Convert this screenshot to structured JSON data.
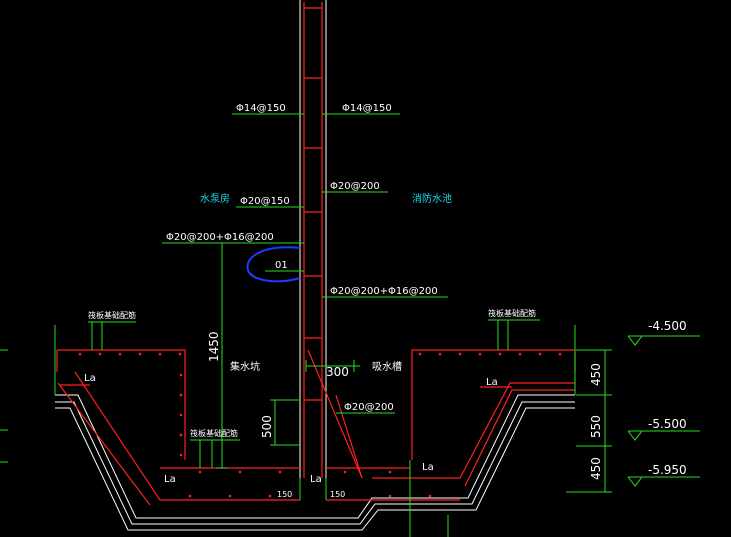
{
  "drawing": {
    "rebar_labels": {
      "wall_top_left": "Φ14@150",
      "wall_top_right": "Φ14@150",
      "wall_mid_right": "Φ20@200",
      "wall_mid_left": "Φ20@150",
      "wall_combo_left": "Φ20@200+Φ16@200",
      "wall_combo_right": "Φ20@200+Φ16@200",
      "pit_bottom": "Φ20@200"
    },
    "room_labels": {
      "pump_room": "水泵房",
      "fire_pool": "消防水池",
      "sump_pit": "集水坑",
      "suction_trough": "吸水槽"
    },
    "raft_labels": {
      "raft_left": "筏板基础配筋",
      "raft_right": "筏板基础配筋",
      "raft_pit": "筏板基础配筋"
    },
    "marker": "01",
    "anchorage": "La",
    "dimensions": {
      "pit_depth": "1450",
      "lower": "500",
      "gap": "300",
      "slab_left": "150",
      "slab_right": "150",
      "right_top": "450",
      "right_mid": "550",
      "right_bottom": "450"
    },
    "elevations": {
      "top": "-4.500",
      "mid": "-5.500",
      "bottom": "-5.950"
    },
    "colors": {
      "background": "#000000",
      "rebar": "#ff2020",
      "dimension": "#20e020",
      "concrete": "#ffffff",
      "room_text": "#19d6e6",
      "marker_ring": "#1e3cff"
    }
  }
}
